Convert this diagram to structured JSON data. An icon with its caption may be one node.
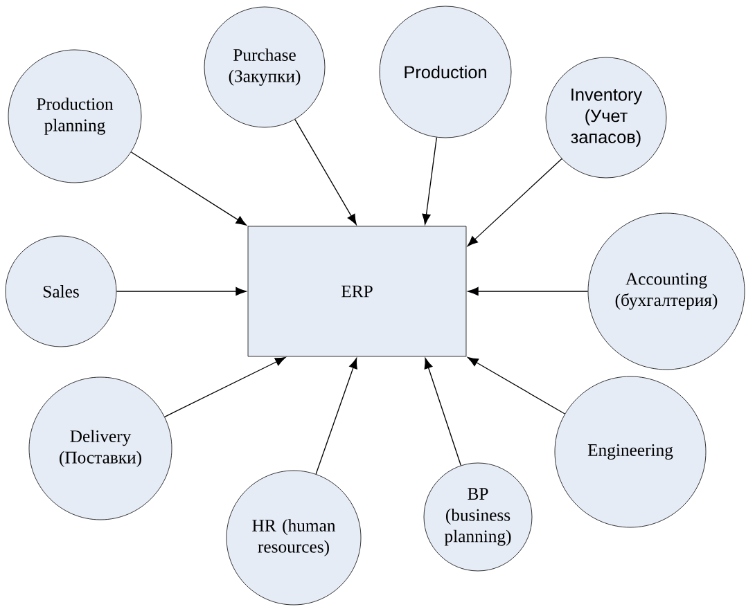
{
  "diagram": {
    "nodes": [
      {
        "text": [
          "ERP"
        ]
      },
      {
        "text": [
          "Production planning"
        ]
      },
      {
        "text": [
          "Purchase (Закупки)"
        ]
      },
      {
        "text": [
          "Production"
        ]
      },
      {
        "text": [
          "Inventory (Учет запасов)"
        ]
      },
      {
        "text": [
          "Sales"
        ]
      },
      {
        "text": [
          "Accounting (бухгалтерия)"
        ]
      },
      {
        "text": [
          "Delivery (Поставки)"
        ]
      },
      {
        "text": [
          "Engineering"
        ]
      },
      {
        "text": [
          "HR (human resources)"
        ]
      },
      {
        "text": [
          "BP (business planning)"
        ]
      }
    ],
    "edges": [
      {
        "from": 1,
        "to": 0,
        "arrow": "to"
      },
      {
        "from": 2,
        "to": 0,
        "arrow": "to"
      },
      {
        "from": 3,
        "to": 0,
        "arrow": "to"
      },
      {
        "from": 4,
        "to": 0,
        "arrow": "to"
      },
      {
        "from": 5,
        "to": 0,
        "arrow": "to"
      },
      {
        "from": 6,
        "to": 0,
        "arrow": "to"
      },
      {
        "from": 7,
        "to": 0,
        "arrow": "to"
      },
      {
        "from": 8,
        "to": 0,
        "arrow": "to"
      },
      {
        "from": 9,
        "to": 0,
        "arrow": "to"
      },
      {
        "from": 10,
        "to": 0,
        "arrow": "to"
      }
    ]
  }
}
